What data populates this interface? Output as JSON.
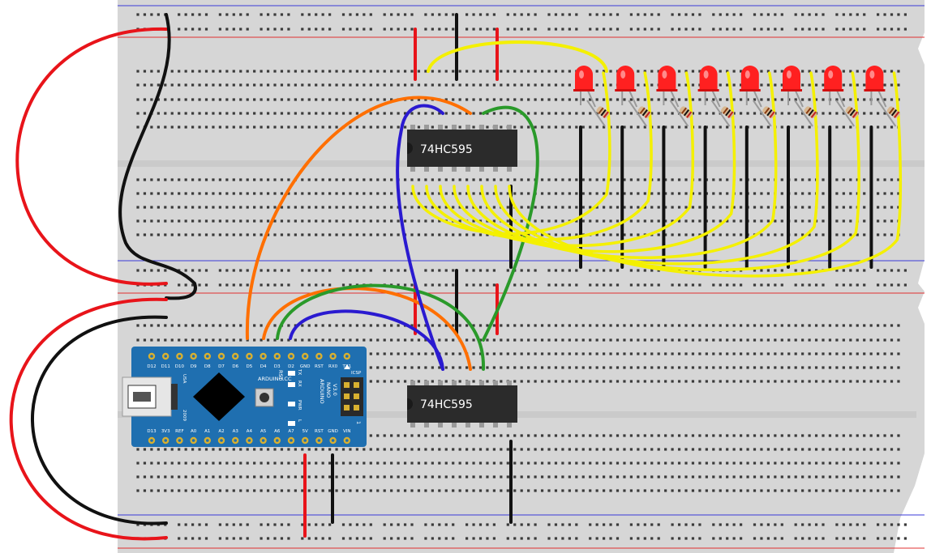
{
  "chips": [
    {
      "label": "74HC595"
    },
    {
      "label": "74HC595"
    }
  ],
  "nano": {
    "top_pins": [
      "D12",
      "D11",
      "D10",
      "D9",
      "D8",
      "D7",
      "D6",
      "D5",
      "D4",
      "D3",
      "D2",
      "GND",
      "RST",
      "RX0",
      "TX1"
    ],
    "bottom_pins": [
      "D13",
      "3V3",
      "REF",
      "A0",
      "A1",
      "A2",
      "A3",
      "A4",
      "A5",
      "A6",
      "A7",
      "5V",
      "RST",
      "GND",
      "VIN"
    ],
    "brand": "ARDUINO.CC",
    "model_lines": [
      "ARDUINO",
      "NANO",
      "V3.0"
    ],
    "usa": "USA",
    "year": "2009",
    "rst_label": "RST",
    "led_labels": [
      "TX",
      "RX",
      "PWR",
      "L"
    ],
    "icsp": "ICSP",
    "pin_one": "1"
  },
  "colors": {
    "board": "#d6d6d6",
    "rail_red": "#e03030",
    "rail_blue": "#3a3ad8",
    "wire_red": "#e8141a",
    "wire_black": "#111111",
    "wire_yellow": "#f4f000",
    "wire_orange": "#ff6f00",
    "wire_green": "#2a9a2a",
    "wire_blue": "#2a1ad0",
    "nano_blue": "#1f6fb0",
    "led_red": "#ff2020"
  },
  "led_count": 8
}
